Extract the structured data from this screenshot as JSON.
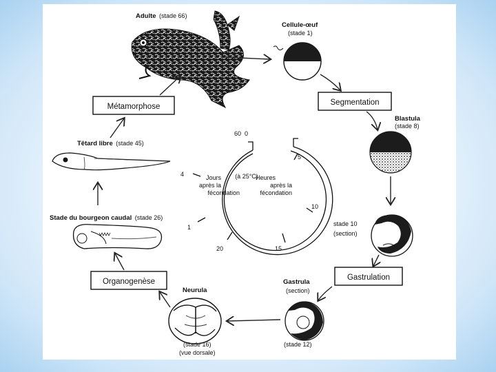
{
  "slide": {
    "background_color": "#cfe6f8"
  },
  "stages": {
    "adult": {
      "name": "Adulte",
      "detail": "(stade 66)"
    },
    "egg": {
      "name": "Cellule-œuf",
      "detail": "(stade 1)"
    },
    "blastula": {
      "name": "Blastula",
      "detail": "(stade 8)"
    },
    "stage10": {
      "name": "stade 10",
      "detail": "(section)"
    },
    "gastrula": {
      "name": "Gastrula",
      "detail": "(section)",
      "detail2": "(stade 12)"
    },
    "neurula": {
      "name": "Neurula",
      "detail": "(stade 16)",
      "detail2": "(vue dorsale)"
    },
    "tailbud": {
      "name": "Stade du bourgeon caudal",
      "detail": "(stade 26)"
    },
    "tadpole": {
      "name": "Têtard libre",
      "detail": "(stade 45)"
    }
  },
  "processes": {
    "segmentation": "Segmentation",
    "gastrulation": "Gastrulation",
    "organogenesis": "Organogenèse",
    "metamorphosis": "Métamorphose"
  },
  "clock": {
    "temp": "(à 25°C)",
    "days": [
      "Jours",
      "après la",
      "fécondation"
    ],
    "hours": [
      "Heures",
      "après la",
      "fécondation"
    ],
    "ticks": {
      "t60": "60",
      "t0": "0",
      "t5": "5",
      "t10": "10",
      "t15": "15",
      "t20": "20",
      "t1": "1",
      "t4": "4"
    }
  }
}
